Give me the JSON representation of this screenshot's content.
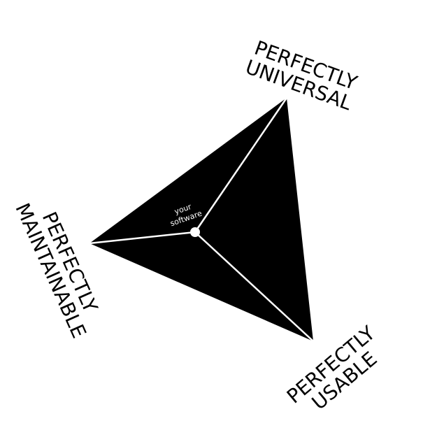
{
  "diagram": {
    "corners": {
      "universal": {
        "line1": "PERFECTLY",
        "line2": "UNIVERSAL"
      },
      "maintainable": {
        "line1": "PERFECTLY",
        "line2": "MAINTAINABLE"
      },
      "usable": {
        "line1": "PERFECTLY",
        "line2": "USABLE"
      }
    },
    "center": {
      "line1": "your",
      "line2": "software"
    },
    "colors": {
      "triangle": "#000000",
      "lines": "#ffffff",
      "dot": "#ffffff",
      "background": "#ffffff"
    }
  }
}
